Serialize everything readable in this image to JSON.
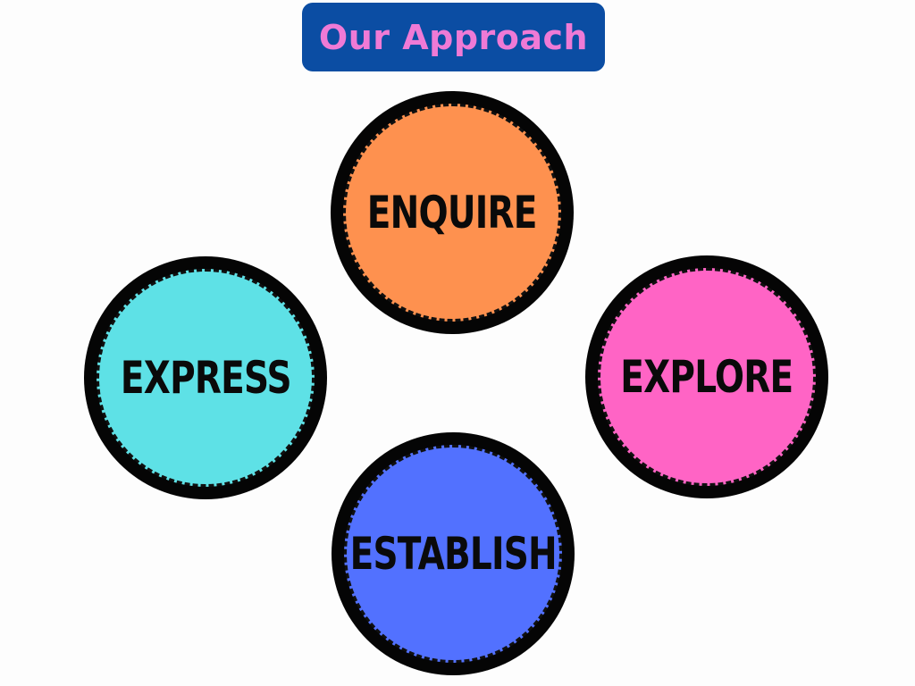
{
  "header": {
    "title": "Our Approach",
    "badge_color": "#0b4da3",
    "title_color": "#ef7ad6"
  },
  "steps": [
    {
      "label": "ENQUIRE",
      "color": "#fe914f"
    },
    {
      "label": "EXPRESS",
      "color": "#5ee1e6"
    },
    {
      "label": "EXPLORE",
      "color": "#ff64c5"
    },
    {
      "label": "ESTABLISH",
      "color": "#5271ff"
    }
  ]
}
